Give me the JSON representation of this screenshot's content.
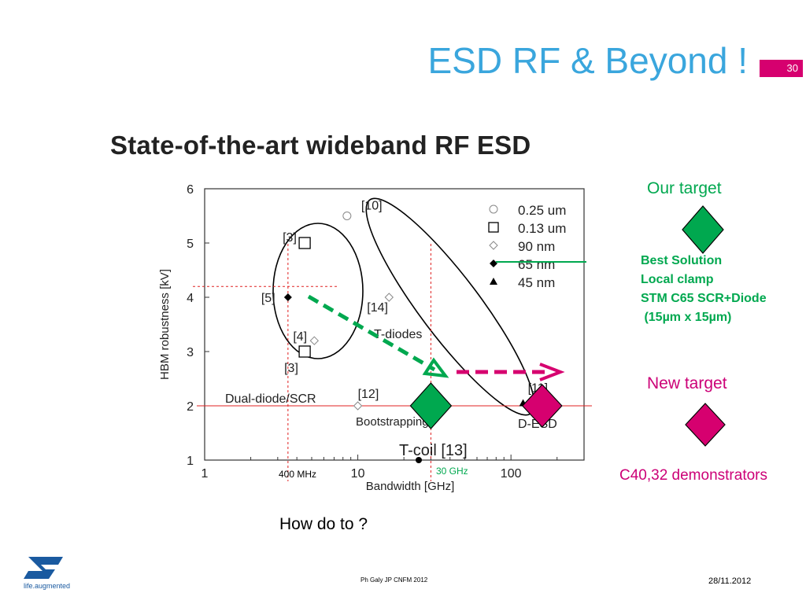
{
  "slide": {
    "title": "ESD RF & Beyond !",
    "number": "30",
    "subtitle": "State-of-the-art wideband RF ESD",
    "our_target": "Our target",
    "best_solution_lines": [
      "Best Solution",
      "Local clamp",
      "STM C65 SCR+Diode",
      " (15µm x 15µm)"
    ],
    "new_target": "New target",
    "demonstrators": "C40,32 demonstrators",
    "label_400": "400 MHz",
    "label_30": "30 GHz",
    "question": "How do to ?",
    "footer_center": "Ph Galy JP CNFM 2012",
    "footer_date": "28/11.2012",
    "logo_text": "life.augmented"
  },
  "colors": {
    "title": "#3aa6dd",
    "accent_magenta": "#d6006f",
    "green": "#00a84f",
    "red_guide": "#e02020"
  },
  "chart_data": {
    "type": "scatter",
    "xlabel": "Bandwidth [GHz]",
    "ylabel": "HBM robustness [kV]",
    "x_scale": "log",
    "xlim": [
      1,
      300
    ],
    "ylim": [
      1,
      6
    ],
    "x_ticks": [
      1,
      10,
      100
    ],
    "y_ticks": [
      1,
      2,
      3,
      4,
      5,
      6
    ],
    "legend_position": "top-right",
    "legend": [
      {
        "name": "0.25 um",
        "marker": "circle-open"
      },
      {
        "name": "0.13 um",
        "marker": "square-open"
      },
      {
        "name": "90 nm",
        "marker": "diamond-open"
      },
      {
        "name": "65 nm",
        "marker": "diamond-filled"
      },
      {
        "name": "45 nm",
        "marker": "triangle-filled"
      }
    ],
    "points": [
      {
        "label": "[10]",
        "x": 8.5,
        "y": 5.5,
        "marker": "circle-open"
      },
      {
        "label": "[3]",
        "x": 4.5,
        "y": 5.0,
        "marker": "square-open"
      },
      {
        "label": "[5]",
        "x": 3.5,
        "y": 4.0,
        "marker": "diamond-filled"
      },
      {
        "label": "[14]",
        "x": 16,
        "y": 4.0,
        "marker": "diamond-open"
      },
      {
        "label": "[4]",
        "x": 5.2,
        "y": 3.2,
        "marker": "diamond-open"
      },
      {
        "label": "[3]",
        "x": 4.5,
        "y": 3.0,
        "marker": "square-open"
      },
      {
        "label": "[12]",
        "x": 10,
        "y": 2.0,
        "marker": "diamond-open"
      },
      {
        "label": "[11]",
        "x": 120,
        "y": 2.05,
        "marker": "triangle-filled"
      },
      {
        "label": "T-coil [13]",
        "x": 25,
        "y": 1.0,
        "marker": "circle-filled"
      }
    ],
    "group_labels": [
      "T-diodes",
      "Dual-diode/SCR",
      "Bootstrapping",
      "D-ESD"
    ],
    "highlight_points": [
      {
        "name": "Our target",
        "x": 30,
        "y": 2.0
      },
      {
        "name": "New target",
        "x": 180,
        "y": 2.0
      }
    ],
    "guide_lines": {
      "x": [
        3.5,
        30
      ],
      "y": [
        4.2,
        2.0
      ]
    }
  }
}
